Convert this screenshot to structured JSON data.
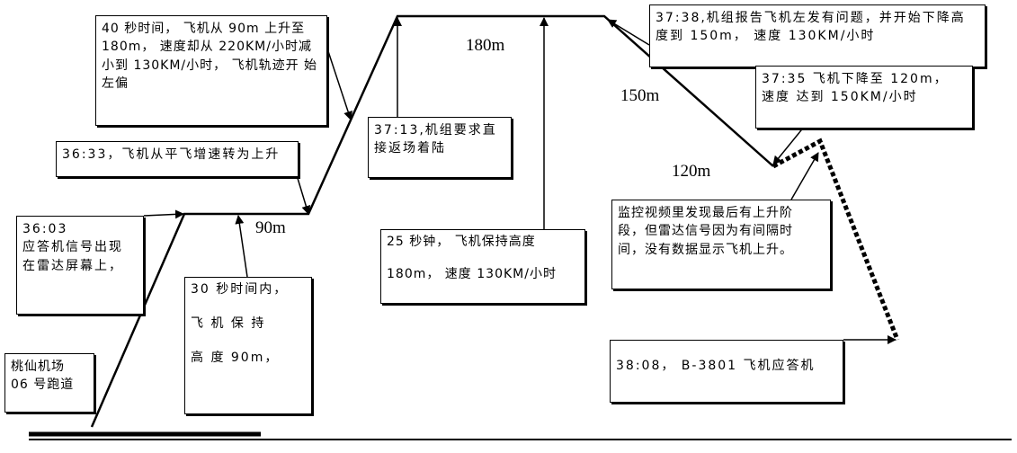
{
  "altitudes": {
    "a90": "90m",
    "a180": "180m",
    "a150": "150m",
    "a120": "120m"
  },
  "boxes": {
    "b1": "桃仙机场\n06 号跑道",
    "b2": "36:03\n应答机信号出现 在雷达屏幕上，",
    "b3": "36:33，飞机从平飞增速转为上升",
    "b4": "30 秒时间内，\n\n飞 机 保 持\n\n高 度 90m，",
    "b5": "40 秒时间， 飞机从 90m 上升至\n180m， 速度却从 220KM/小时减 小到 130KM/小时， 飞机轨迹开 始左偏",
    "b6": "37:13,机组要求直接返场着陆",
    "b7": "25  秒钟， 飞机保持高度\n\n180m， 速度 130KM/小时",
    "b8": "37:38,机组报告飞机左发有问题，并开始下降高 度到 150m， 速度 130KM/小时",
    "b9": "37:35 飞机下降至 120m， 速度 达到 150KM/小时",
    "b10": "监控视频里发现最后有上升阶 段，但雷达信号因为有间隔时 间，没有数据显示飞机上升。",
    "b11": "38:08， B-3801 飞机应答机"
  }
}
